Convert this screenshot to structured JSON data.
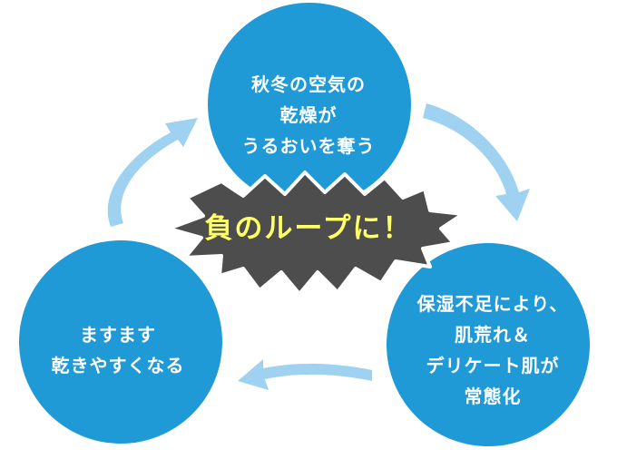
{
  "colors": {
    "node_fill": "#1f9ad6",
    "arrow_fill": "#9fd2f0",
    "burst_fill": "#4d4d4d",
    "burst_stroke": "#ffffff",
    "center_text": "#ffff66",
    "node_text": "#ffffff"
  },
  "nodes": {
    "top": {
      "lines": [
        "秋冬の空気の",
        "乾燥が",
        "うるおいを奪う"
      ]
    },
    "right": {
      "lines": [
        "保湿不足により、",
        "肌荒れ＆",
        "デリケート肌が",
        "常態化"
      ]
    },
    "left": {
      "lines": [
        "ますます",
        "乾きやすくなる"
      ]
    }
  },
  "center": {
    "label": "負のループに！"
  }
}
